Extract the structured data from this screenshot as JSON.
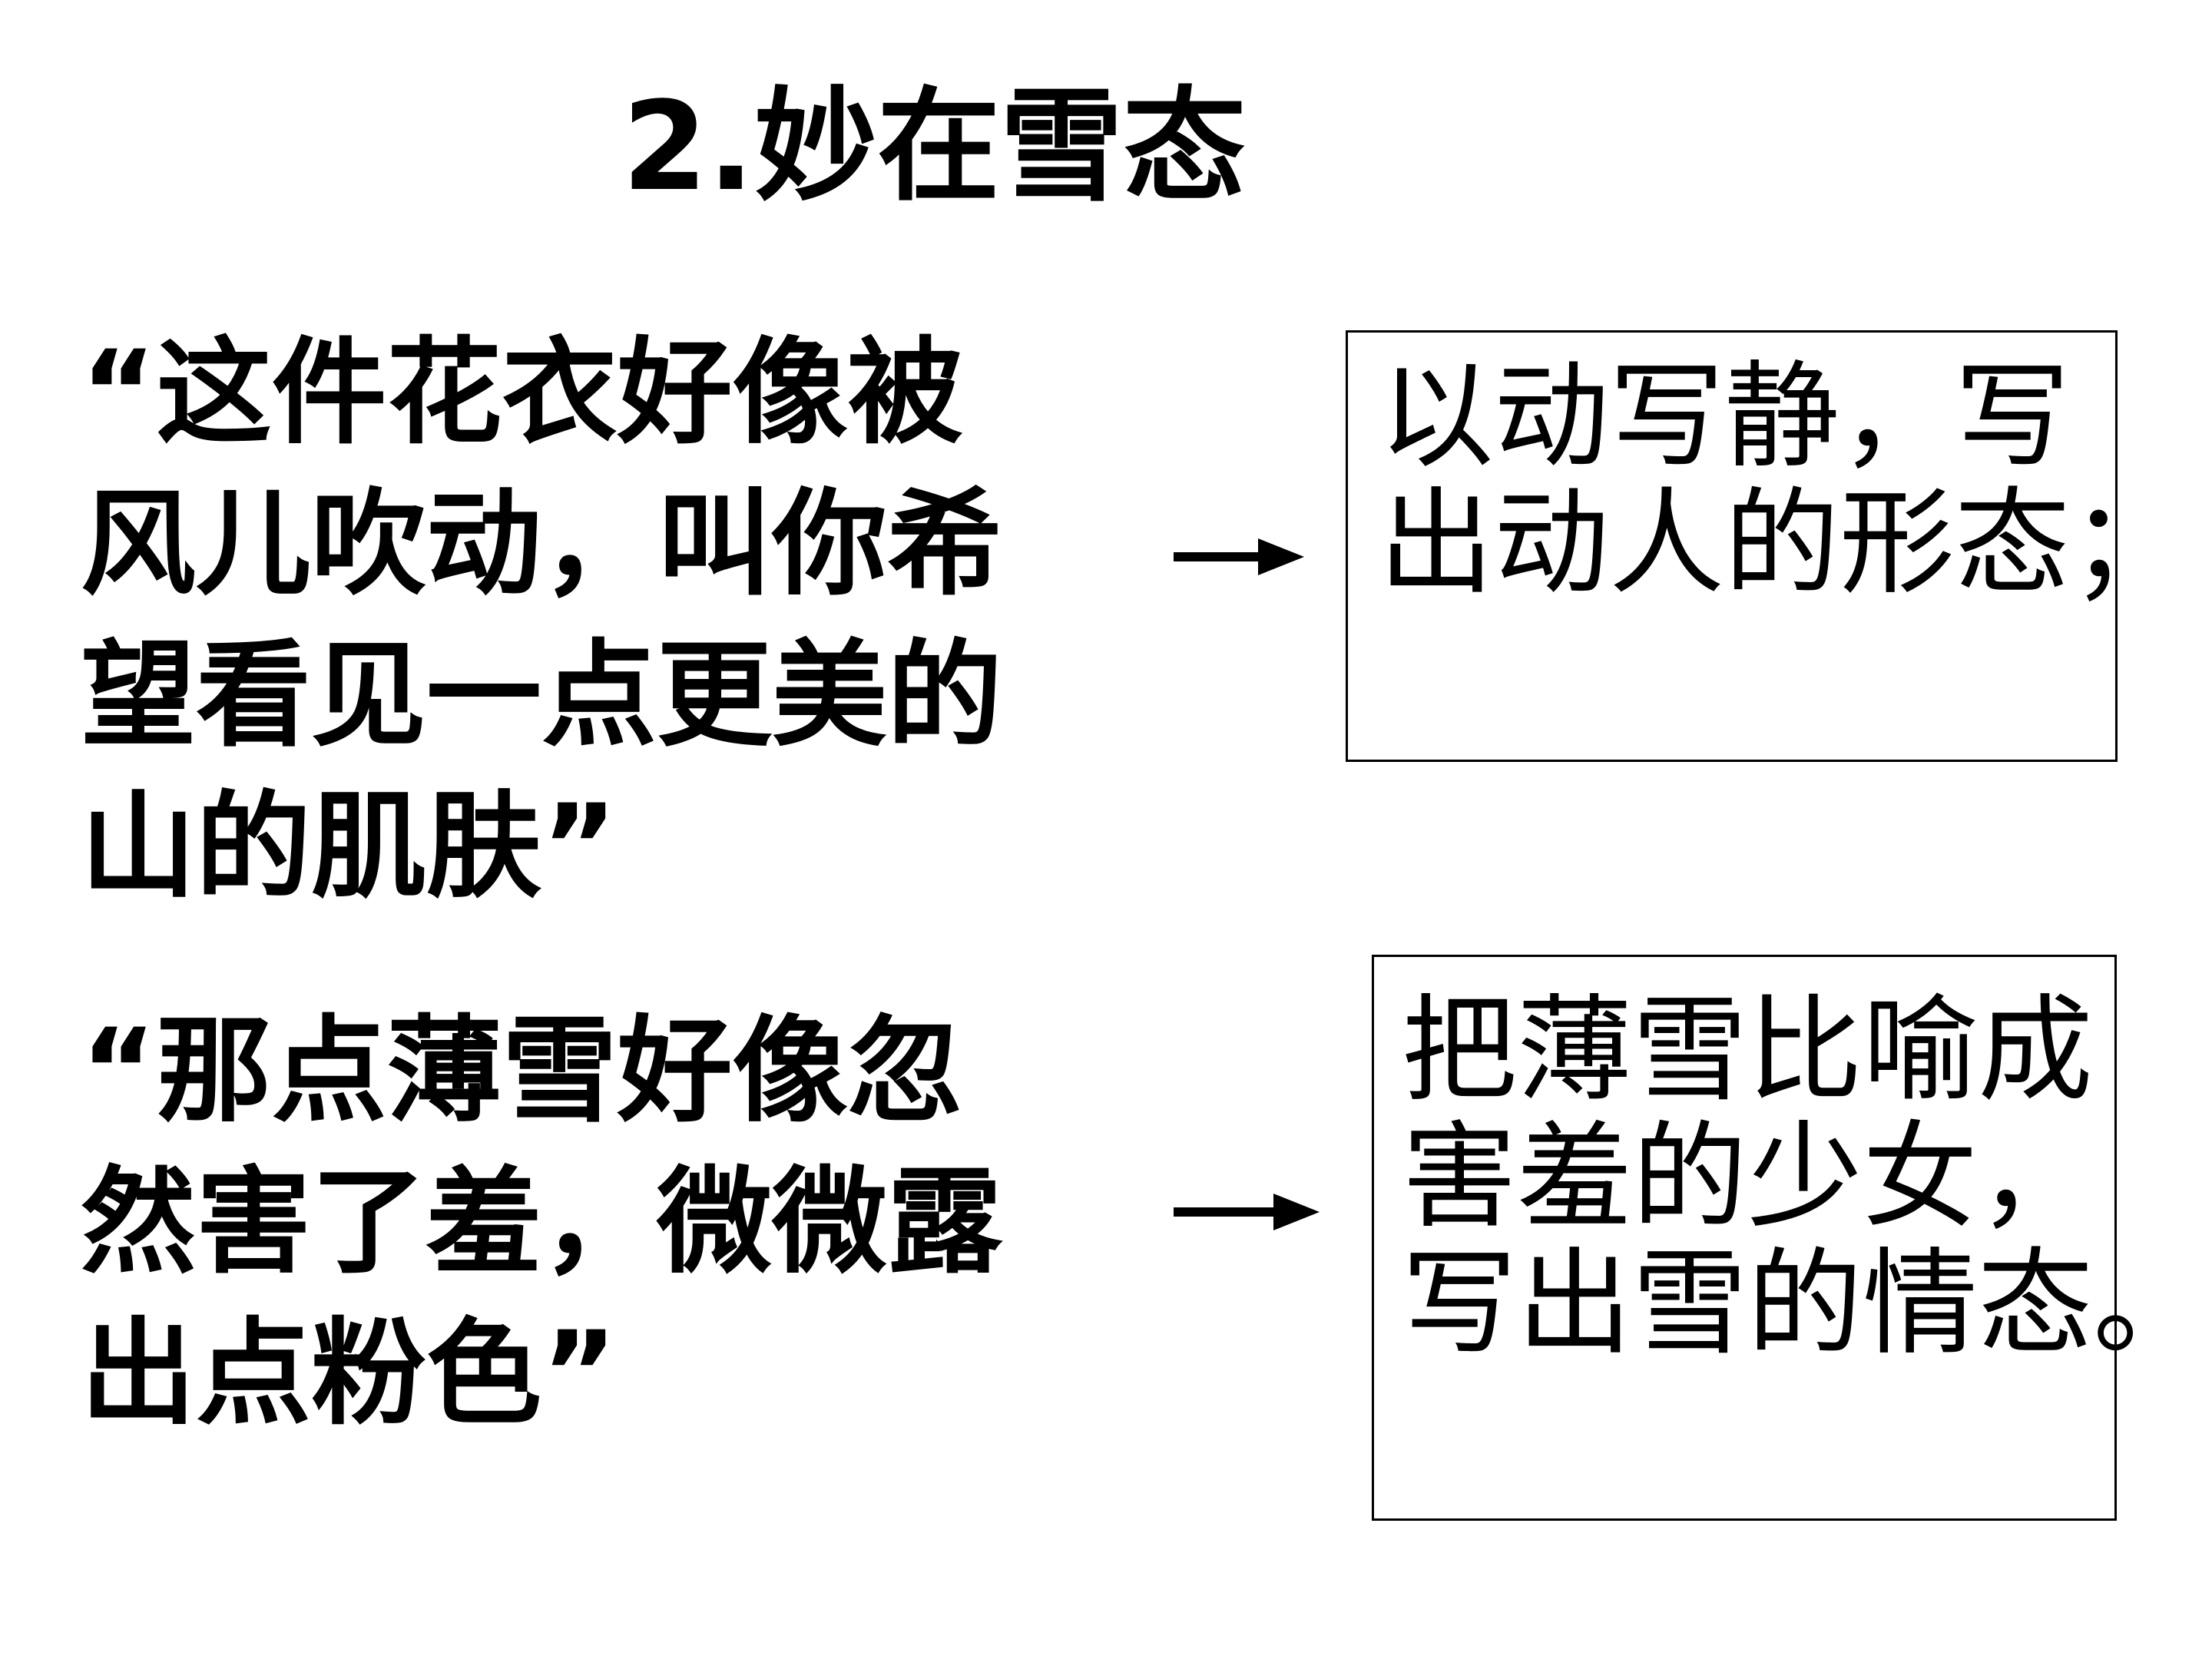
{
  "title": "2.妙在雪态",
  "quotes": [
    {
      "lines": [
        "“这件花衣好像被",
        "风儿吹动，叫你希",
        "望看见一点更美的",
        "山的肌肤”"
      ]
    },
    {
      "lines": [
        "“那点薄雪好像忽",
        "然害了羞，微微露",
        "出点粉色”"
      ]
    }
  ],
  "analyses": [
    {
      "lines": [
        "以动写静，写",
        "出动人的形态；"
      ]
    },
    {
      "lines": [
        "把薄雪比喻成",
        "害羞的少女，",
        "写出雪的情态。"
      ]
    }
  ],
  "icons": {
    "arrow": "right-arrow-icon"
  }
}
